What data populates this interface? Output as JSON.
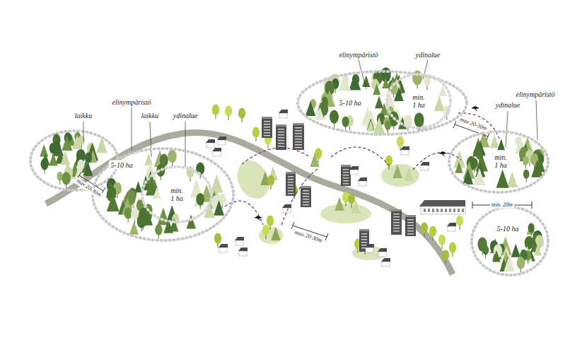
{
  "diagram": {
    "nodes": [
      {
        "text": [
          "5-10 ha"
        ]
      },
      {
        "text": [
          "min. 1 ha"
        ],
        "in": 0
      },
      {
        "text": [
          "5-10 ha"
        ]
      },
      {
        "text": [
          "min. 1 ha"
        ],
        "in": 2
      },
      {
        "text": [
          "min. 1 ha"
        ]
      },
      {
        "text": [
          "5-10 ha"
        ]
      }
    ],
    "labels": [
      "laikku",
      "elinympäristö",
      "laikku",
      "ydinalue",
      "max 20-30m",
      "elinympäristö",
      "ydinalue",
      "ydinalue",
      "elinympäristö",
      "max 20-30m",
      "min. 20m",
      "max 20-30m"
    ]
  }
}
